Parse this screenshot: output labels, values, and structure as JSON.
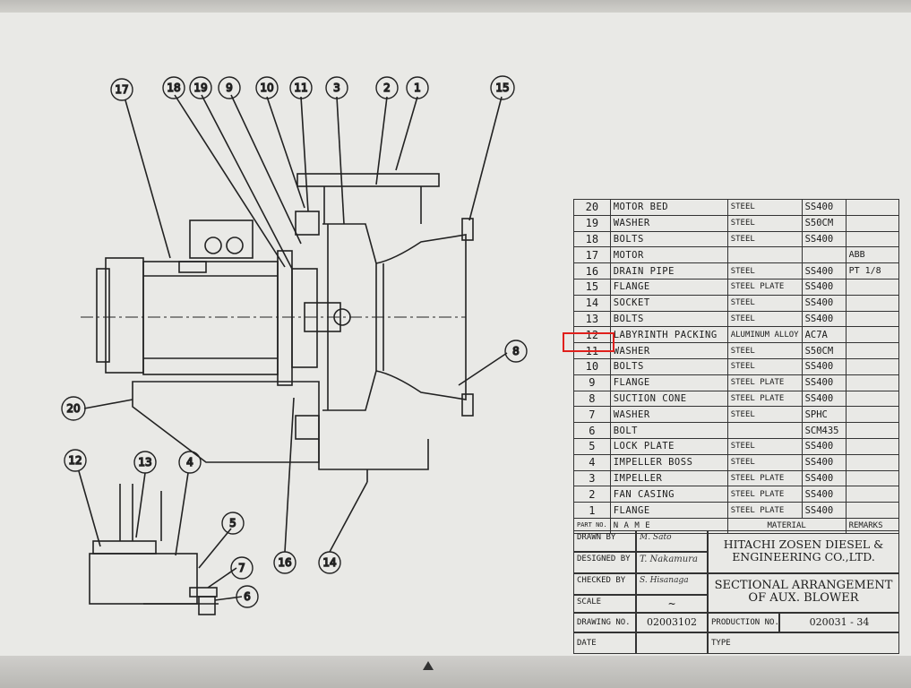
{
  "drawing": {
    "balloons": [
      "17",
      "18",
      "19",
      "9",
      "10",
      "11",
      "3",
      "2",
      "1",
      "15",
      "8",
      "20",
      "12",
      "13",
      "4",
      "5",
      "7",
      "6",
      "16",
      "14"
    ]
  },
  "parts_table": {
    "header": {
      "no": "PART NO.",
      "name": "N A M E",
      "material": "MATERIAL",
      "remarks": "REMARKS"
    },
    "rows": [
      {
        "no": "20",
        "name": "MOTOR BED",
        "material": "STEEL",
        "code": "SS400",
        "remarks": ""
      },
      {
        "no": "19",
        "name": "WASHER",
        "material": "STEEL",
        "code": "S50CM",
        "remarks": ""
      },
      {
        "no": "18",
        "name": "BOLTS",
        "material": "STEEL",
        "code": "SS400",
        "remarks": ""
      },
      {
        "no": "17",
        "name": "MOTOR",
        "material": "",
        "code": "",
        "remarks": "ABB"
      },
      {
        "no": "16",
        "name": "DRAIN PIPE",
        "material": "STEEL",
        "code": "SS400",
        "remarks": "PT 1/8"
      },
      {
        "no": "15",
        "name": "FLANGE",
        "material": "STEEL PLATE",
        "code": "SS400",
        "remarks": ""
      },
      {
        "no": "14",
        "name": "SOCKET",
        "material": "STEEL",
        "code": "SS400",
        "remarks": ""
      },
      {
        "no": "13",
        "name": "BOLTS",
        "material": "STEEL",
        "code": "SS400",
        "remarks": ""
      },
      {
        "no": "12",
        "name": "LABYRINTH PACKING",
        "material": "ALUMINUM ALLOY",
        "code": "AC7A",
        "remarks": ""
      },
      {
        "no": "11",
        "name": "WASHER",
        "material": "STEEL",
        "code": "S50CM",
        "remarks": ""
      },
      {
        "no": "10",
        "name": "BOLTS",
        "material": "STEEL",
        "code": "SS400",
        "remarks": ""
      },
      {
        "no": "9",
        "name": "FLANGE",
        "material": "STEEL PLATE",
        "code": "SS400",
        "remarks": ""
      },
      {
        "no": "8",
        "name": "SUCTION CONE",
        "material": "STEEL PLATE",
        "code": "SS400",
        "remarks": ""
      },
      {
        "no": "7",
        "name": "WASHER",
        "material": "STEEL",
        "code": "SPHC",
        "remarks": ""
      },
      {
        "no": "6",
        "name": "BOLT",
        "material": "",
        "code": "SCM435",
        "remarks": ""
      },
      {
        "no": "5",
        "name": "LOCK PLATE",
        "material": "STEEL",
        "code": "SS400",
        "remarks": ""
      },
      {
        "no": "4",
        "name": "IMPELLER BOSS",
        "material": "STEEL",
        "code": "SS400",
        "remarks": ""
      },
      {
        "no": "3",
        "name": "IMPELLER",
        "material": "STEEL PLATE",
        "code": "SS400",
        "remarks": ""
      },
      {
        "no": "2",
        "name": "FAN CASING",
        "material": "STEEL PLATE",
        "code": "SS400",
        "remarks": ""
      },
      {
        "no": "1",
        "name": "FLANGE",
        "material": "STEEL PLATE",
        "code": "SS400",
        "remarks": ""
      }
    ]
  },
  "title_block": {
    "drawn_by_label": "DRAWN BY",
    "designed_by_label": "DESIGNED BY",
    "checked_by_label": "CHECKED BY",
    "scale_label": "SCALE",
    "scale_value": "~",
    "company": "HITACHI ZOSEN DIESEL & ENGINEERING CO.,LTD.",
    "title": "SECTIONAL ARRANGEMENT OF AUX. BLOWER",
    "drawing_no_label": "DRAWING NO.",
    "drawing_no": "02003102",
    "production_no_label": "PRODUCTION NO.",
    "production_no": "020031 - 34",
    "date_label": "DATE",
    "type_label": "TYPE"
  },
  "colors": {
    "highlight": "#e0201c",
    "ink": "#1b1b1b",
    "paper": "#e9e9e6"
  }
}
